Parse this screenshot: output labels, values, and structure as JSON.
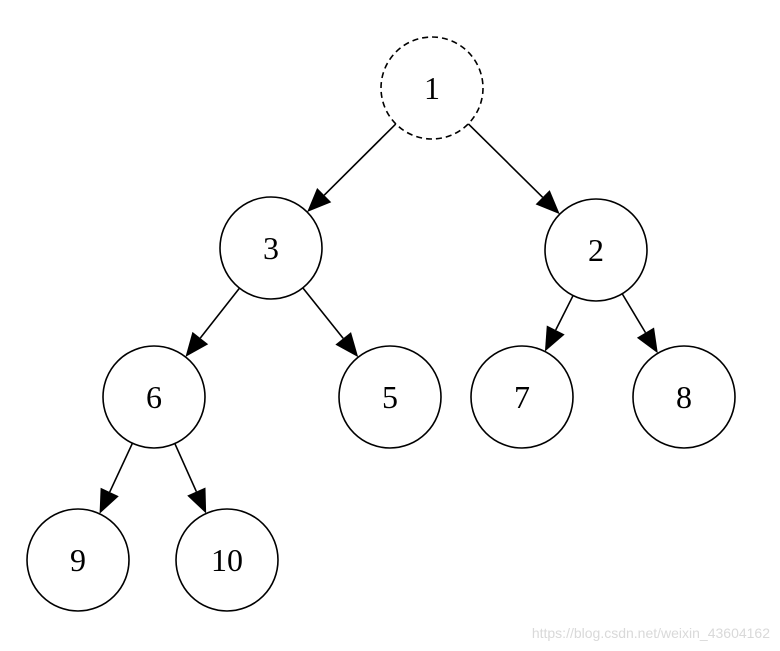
{
  "tree": {
    "nodes": [
      {
        "id": "n1",
        "label": "1",
        "style": "dashed"
      },
      {
        "id": "n3",
        "label": "3",
        "style": "solid"
      },
      {
        "id": "n2",
        "label": "2",
        "style": "solid"
      },
      {
        "id": "n6",
        "label": "6",
        "style": "solid"
      },
      {
        "id": "n5",
        "label": "5",
        "style": "solid"
      },
      {
        "id": "n7",
        "label": "7",
        "style": "solid"
      },
      {
        "id": "n8",
        "label": "8",
        "style": "solid"
      },
      {
        "id": "n9",
        "label": "9",
        "style": "solid"
      },
      {
        "id": "n10",
        "label": "10",
        "style": "solid"
      }
    ],
    "edges": [
      {
        "from": "n1",
        "to": "n3"
      },
      {
        "from": "n1",
        "to": "n2"
      },
      {
        "from": "n3",
        "to": "n6"
      },
      {
        "from": "n3",
        "to": "n5"
      },
      {
        "from": "n2",
        "to": "n7"
      },
      {
        "from": "n2",
        "to": "n8"
      },
      {
        "from": "n6",
        "to": "n9"
      },
      {
        "from": "n6",
        "to": "n10"
      }
    ]
  },
  "watermark": {
    "text": "https://blog.csdn.net/weixin_43604162"
  },
  "colors": {
    "stroke": "#000000",
    "fill": "#ffffff",
    "watermark": "#d9d9d9"
  }
}
